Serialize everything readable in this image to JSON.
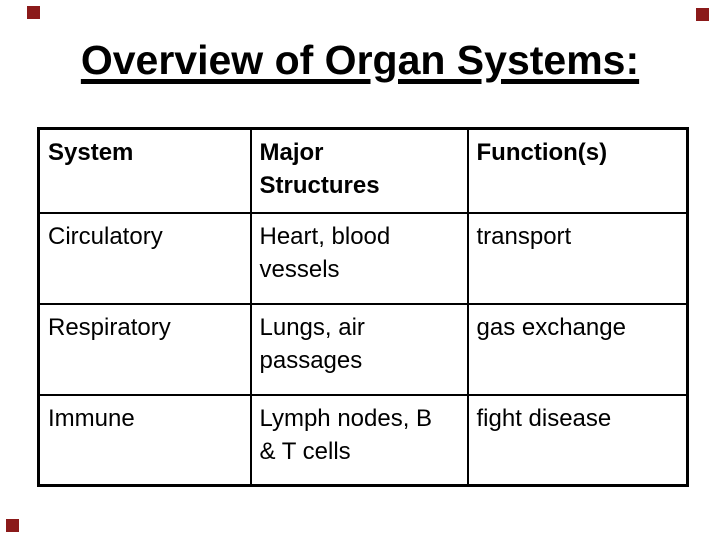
{
  "slide_title": "Overview of Organ Systems:",
  "table": {
    "headers": [
      "System",
      "Major\nStructures",
      "Function(s)"
    ],
    "rows": [
      [
        "Circulatory",
        "Heart, blood\nvessels",
        "transport"
      ],
      [
        "Respiratory",
        "Lungs, air\npassages",
        "gas exchange"
      ],
      [
        "Immune",
        "Lymph nodes, B\n& T cells",
        "fight disease"
      ]
    ]
  },
  "colors": {
    "corner_marker": "#8B1A1A",
    "text": "#000000",
    "border": "#000000",
    "background": "#FFFFFF"
  }
}
